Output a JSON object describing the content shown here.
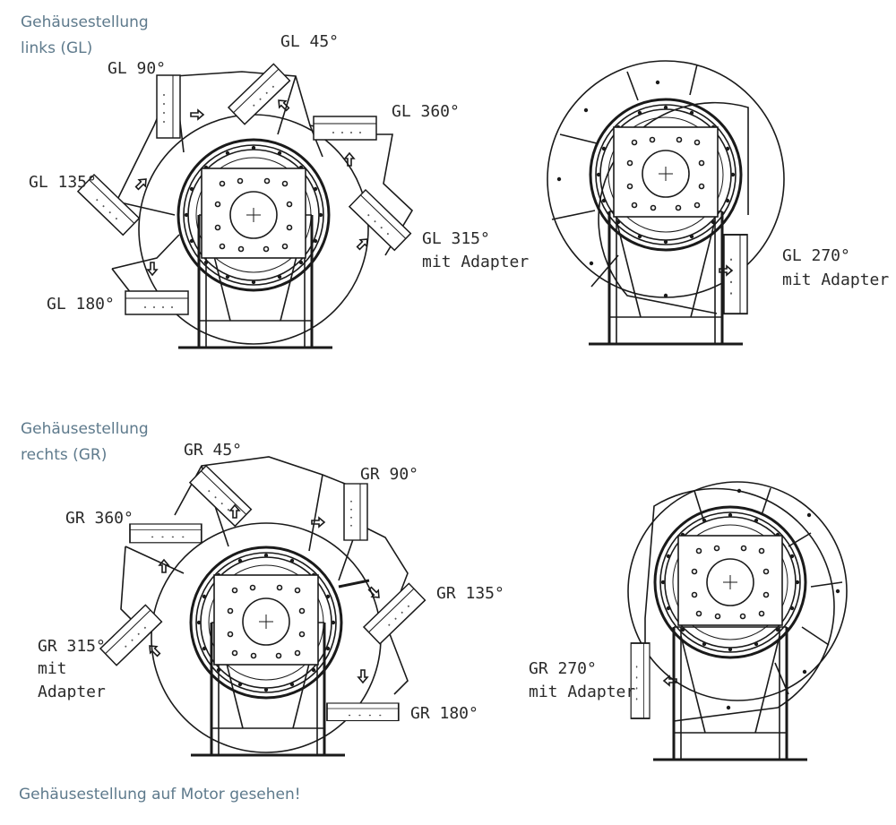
{
  "headings": {
    "gl_line1": "Gehäusestellung",
    "gl_line2": "links (GL)",
    "gr_line1": "Gehäusestellung",
    "gr_line2": "rechts (GR)"
  },
  "footer_note": "Gehäusestellung auf Motor gesehen!",
  "gl_labels": {
    "gl45": "GL 45°",
    "gl90": "GL 90°",
    "gl360": "GL 360°",
    "gl135": "GL 135°",
    "gl315_l1": "GL 315°",
    "gl315_l2": "mit Adapter",
    "gl180": "GL 180°",
    "gl270_l1": "GL 270°",
    "gl270_l2": "mit Adapter"
  },
  "gr_labels": {
    "gr45": "GR 45°",
    "gr90": "GR 90°",
    "gr360": "GR 360°",
    "gr135": "GR 135°",
    "gr315_l1": "GR 315°",
    "gr315_l2": "mit",
    "gr315_l3": "Adapter",
    "gr180": "GR 180°",
    "gr270_l1": "GR 270°",
    "gr270_l2": "mit Adapter"
  }
}
